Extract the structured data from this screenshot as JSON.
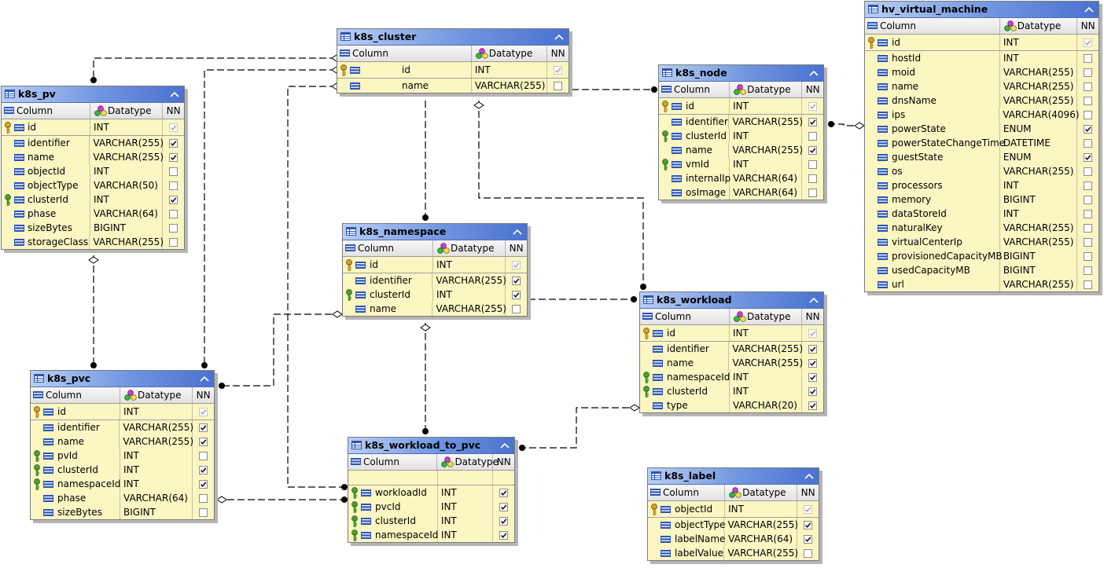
{
  "header_labels": {
    "column": "Column",
    "datatype": "Datatype",
    "nn": "NN"
  },
  "colors": {
    "title_gradient_start": "#b8cef4",
    "title_gradient_end": "#4a72cf",
    "body": "#fbf6c2",
    "pk_key": "#e0a020",
    "fk_key": "#3aa832",
    "column_icon": "#2b55b8"
  },
  "entities": [
    {
      "id": "k8s_pv",
      "title": "k8s_pv",
      "rows": [
        {
          "name": "id",
          "type": "INT",
          "nn": true,
          "pk": true
        },
        {
          "name": "identifier",
          "type": "VARCHAR(255)",
          "nn": true
        },
        {
          "name": "name",
          "type": "VARCHAR(255)",
          "nn": true
        },
        {
          "name": "objectId",
          "type": "INT",
          "nn": false
        },
        {
          "name": "objectType",
          "type": "VARCHAR(50)",
          "nn": false
        },
        {
          "name": "clusterId",
          "type": "INT",
          "nn": true,
          "fk": true
        },
        {
          "name": "phase",
          "type": "VARCHAR(64)",
          "nn": false
        },
        {
          "name": "sizeBytes",
          "type": "BIGINT",
          "nn": false
        },
        {
          "name": "storageClass",
          "type": "VARCHAR(255)",
          "nn": false
        }
      ]
    },
    {
      "id": "k8s_cluster",
      "title": "k8s_cluster",
      "rows": [
        {
          "name": "id",
          "type": "INT",
          "nn": true,
          "pk": true
        },
        {
          "name": "name",
          "type": "VARCHAR(255)",
          "nn": false
        }
      ]
    },
    {
      "id": "k8s_node",
      "title": "k8s_node",
      "rows": [
        {
          "name": "id",
          "type": "INT",
          "nn": true,
          "pk": true
        },
        {
          "name": "identifier",
          "type": "VARCHAR(255)",
          "nn": true
        },
        {
          "name": "clusterId",
          "type": "INT",
          "nn": false,
          "fk": true
        },
        {
          "name": "name",
          "type": "VARCHAR(255)",
          "nn": true
        },
        {
          "name": "vmId",
          "type": "INT",
          "nn": false,
          "fk": true
        },
        {
          "name": "internalIp",
          "type": "VARCHAR(64)",
          "nn": false
        },
        {
          "name": "osImage",
          "type": "VARCHAR(64)",
          "nn": false
        }
      ]
    },
    {
      "id": "hv_virtual_machine",
      "title": "hv_virtual_machine",
      "rows": [
        {
          "name": "id",
          "type": "INT",
          "nn": true,
          "pk": true
        },
        {
          "name": "hostId",
          "type": "INT",
          "nn": false
        },
        {
          "name": "moid",
          "type": "VARCHAR(255)",
          "nn": false
        },
        {
          "name": "name",
          "type": "VARCHAR(255)",
          "nn": false
        },
        {
          "name": "dnsName",
          "type": "VARCHAR(255)",
          "nn": false
        },
        {
          "name": "ips",
          "type": "VARCHAR(4096)",
          "nn": false
        },
        {
          "name": "powerState",
          "type": "ENUM",
          "nn": true
        },
        {
          "name": "powerStateChangeTime",
          "type": "DATETIME",
          "nn": false
        },
        {
          "name": "guestState",
          "type": "ENUM",
          "nn": true
        },
        {
          "name": "os",
          "type": "VARCHAR(255)",
          "nn": false
        },
        {
          "name": "processors",
          "type": "INT",
          "nn": false
        },
        {
          "name": "memory",
          "type": "BIGINT",
          "nn": false
        },
        {
          "name": "dataStoreId",
          "type": "INT",
          "nn": false
        },
        {
          "name": "naturalKey",
          "type": "VARCHAR(255)",
          "nn": false
        },
        {
          "name": "virtualCenterIp",
          "type": "VARCHAR(255)",
          "nn": false
        },
        {
          "name": "provisionedCapacityMB",
          "type": "BIGINT",
          "nn": false
        },
        {
          "name": "usedCapacityMB",
          "type": "BIGINT",
          "nn": false
        },
        {
          "name": "url",
          "type": "VARCHAR(255)",
          "nn": false
        }
      ]
    },
    {
      "id": "k8s_namespace",
      "title": "k8s_namespace",
      "rows": [
        {
          "name": "id",
          "type": "INT",
          "nn": true,
          "pk": true
        },
        {
          "name": "identifier",
          "type": "VARCHAR(255)",
          "nn": true
        },
        {
          "name": "clusterId",
          "type": "INT",
          "nn": true,
          "fk": true
        },
        {
          "name": "name",
          "type": "VARCHAR(255)",
          "nn": false
        }
      ]
    },
    {
      "id": "k8s_workload",
      "title": "k8s_workload",
      "rows": [
        {
          "name": "id",
          "type": "INT",
          "nn": true,
          "pk": true
        },
        {
          "name": "identifier",
          "type": "VARCHAR(255)",
          "nn": true
        },
        {
          "name": "name",
          "type": "VARCHAR(255)",
          "nn": true
        },
        {
          "name": "namespaceId",
          "type": "INT",
          "nn": true,
          "fk": true
        },
        {
          "name": "clusterId",
          "type": "INT",
          "nn": true,
          "fk": true
        },
        {
          "name": "type",
          "type": "VARCHAR(20)",
          "nn": true
        }
      ]
    },
    {
      "id": "k8s_pvc",
      "title": "k8s_pvc",
      "rows": [
        {
          "name": "id",
          "type": "INT",
          "nn": true,
          "pk": true
        },
        {
          "name": "identifier",
          "type": "VARCHAR(255)",
          "nn": true
        },
        {
          "name": "name",
          "type": "VARCHAR(255)",
          "nn": true
        },
        {
          "name": "pvId",
          "type": "INT",
          "nn": false,
          "fk": true
        },
        {
          "name": "clusterId",
          "type": "INT",
          "nn": true,
          "fk": true
        },
        {
          "name": "namespaceId",
          "type": "INT",
          "nn": true,
          "fk": true
        },
        {
          "name": "phase",
          "type": "VARCHAR(64)",
          "nn": false
        },
        {
          "name": "sizeBytes",
          "type": "BIGINT",
          "nn": false
        }
      ]
    },
    {
      "id": "k8s_workload_to_pvc",
      "title": "k8s_workload_to_pvc",
      "spacer": true,
      "rows": [
        {
          "name": "workloadId",
          "type": "INT",
          "nn": true,
          "fk": true
        },
        {
          "name": "pvcId",
          "type": "INT",
          "nn": true,
          "fk": true
        },
        {
          "name": "clusterId",
          "type": "INT",
          "nn": true,
          "fk": true
        },
        {
          "name": "namespaceId",
          "type": "INT",
          "nn": true,
          "fk": true
        }
      ]
    },
    {
      "id": "k8s_label",
      "title": "k8s_label",
      "rows": [
        {
          "name": "objectId",
          "type": "INT",
          "nn": true,
          "pk": true
        },
        {
          "name": "objectType",
          "type": "VARCHAR(255)",
          "nn": true
        },
        {
          "name": "labelName",
          "type": "VARCHAR(64)",
          "nn": true
        },
        {
          "name": "labelValue",
          "type": "VARCHAR(255)",
          "nn": false
        }
      ]
    }
  ],
  "relationships": [
    {
      "name": "rel-cluster-pv",
      "from": "k8s_cluster",
      "to": "k8s_pv"
    },
    {
      "name": "rel-cluster-pvc",
      "from": "k8s_cluster",
      "to": "k8s_pvc"
    },
    {
      "name": "rel-cluster-workload-to-pvc",
      "from": "k8s_cluster",
      "to": "k8s_workload_to_pvc"
    },
    {
      "name": "rel-cluster-node",
      "from": "k8s_cluster",
      "to": "k8s_node"
    },
    {
      "name": "rel-cluster-namespace",
      "from": "k8s_cluster",
      "to": "k8s_namespace"
    },
    {
      "name": "rel-cluster-workload",
      "from": "k8s_cluster",
      "to": "k8s_workload"
    },
    {
      "name": "rel-vm-node",
      "from": "hv_virtual_machine",
      "to": "k8s_node"
    },
    {
      "name": "rel-pv-pvc",
      "from": "k8s_pv",
      "to": "k8s_pvc"
    },
    {
      "name": "rel-namespace-workload",
      "from": "k8s_namespace",
      "to": "k8s_workload"
    },
    {
      "name": "rel-namespace-pvc",
      "from": "k8s_namespace",
      "to": "k8s_pvc"
    },
    {
      "name": "rel-namespace-workload-to-pvc",
      "from": "k8s_namespace",
      "to": "k8s_workload_to_pvc"
    },
    {
      "name": "rel-workload-workload-to-pvc",
      "from": "k8s_workload",
      "to": "k8s_workload_to_pvc"
    },
    {
      "name": "rel-pvc-workload-to-pvc",
      "from": "k8s_pvc",
      "to": "k8s_workload_to_pvc"
    }
  ]
}
